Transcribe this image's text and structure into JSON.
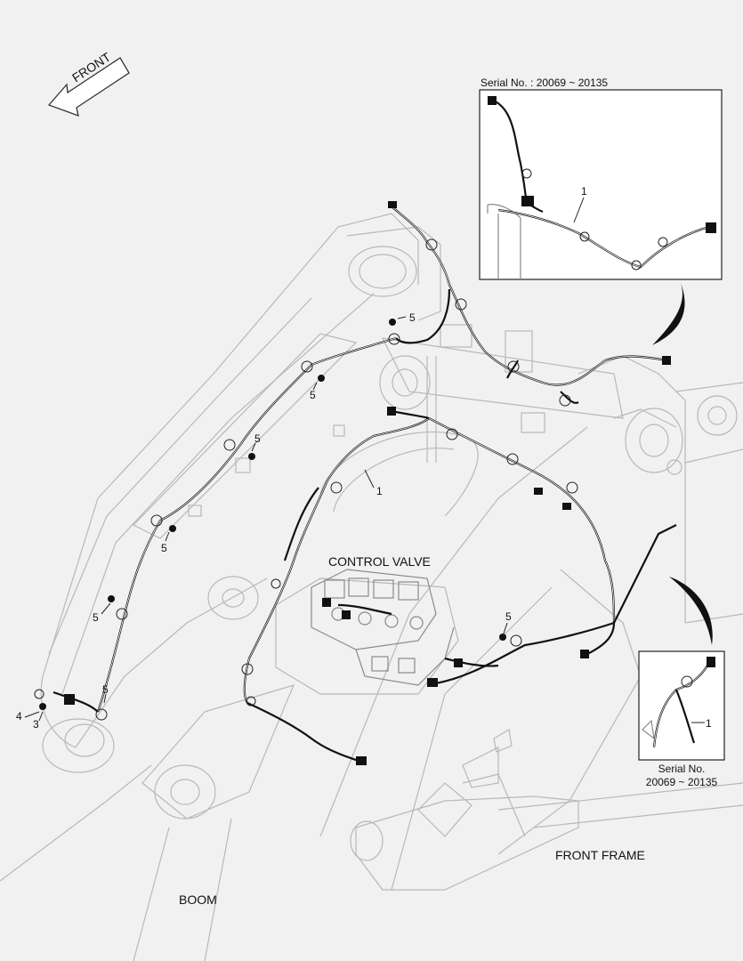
{
  "diagram": {
    "front_label": "FRONT",
    "region_labels": {
      "control_valve": "CONTROL VALVE",
      "front_frame": "FRONT FRAME",
      "boom": "BOOM"
    },
    "inset_top": {
      "caption": "Serial No. : 20069 ~ 20135",
      "callout": "1"
    },
    "inset_bottom": {
      "caption_line1": "Serial No.",
      "caption_line2": "20069 ~ 20135",
      "callout": "1"
    },
    "callouts": {
      "c1_main": "1",
      "c5_a": "5",
      "c5_b": "5",
      "c5_c": "5",
      "c5_d": "5",
      "c5_e": "5",
      "c5_f": "5",
      "c5_g": "5",
      "c3": "3",
      "c4": "4"
    },
    "colors": {
      "background": "#f1f1f1",
      "line_art": "#b8b8b8",
      "wire": "#111111"
    }
  }
}
